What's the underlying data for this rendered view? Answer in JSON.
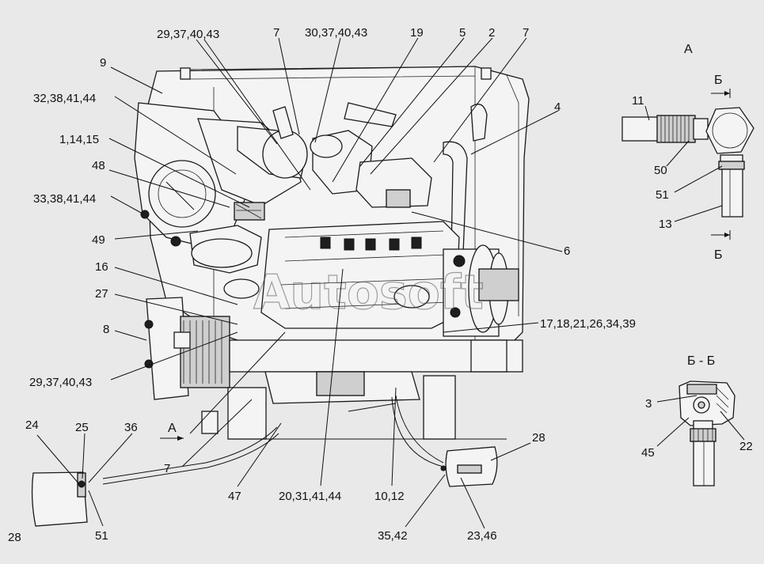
{
  "callouts": {
    "c_29_37_40_43_top": "29,37,40,43",
    "c_7_top": "7",
    "c_30_37_40_43": "30,37,40,43",
    "c_19": "19",
    "c_5": "5",
    "c_2": "2",
    "c_7_top_right": "7",
    "c_9": "9",
    "c_32_38_41_44": "32,38,41,44",
    "c_1_14_15": "1,14,15",
    "c_48": "48",
    "c_33_38_41_44": "33,38,41,44",
    "c_49": "49",
    "c_4": "4",
    "c_6": "6",
    "c_16": "16",
    "c_27": "27",
    "c_8": "8",
    "c_17_18_21_26_34_39": "17,18,21,26,34,39",
    "c_29_37_40_43_left": "29,37,40,43",
    "c_24": "24",
    "c_25": "25",
    "c_36": "36",
    "c_arrow_a": "А",
    "c_7_bottom": "7",
    "c_47": "47",
    "c_20_31_41_44": "20,31,41,44",
    "c_10_12": "10,12",
    "c_28_right": "28",
    "c_28_left": "28",
    "c_51_bottom": "51",
    "c_35_42": "35,42",
    "c_23_46": "23,46"
  },
  "detail_a": {
    "title": "А",
    "section_letter_top": "Б",
    "section_letter_bottom": "Б",
    "c_11": "11",
    "c_50": "50",
    "c_51": "51",
    "c_13": "13"
  },
  "detail_bb": {
    "title": "Б - Б",
    "c_3": "3",
    "c_45": "45",
    "c_22": "22"
  },
  "watermark": "Autosoft",
  "colors": {
    "background": "#e9e9e9",
    "line": "#111111",
    "part_fill": "#f4f4f4",
    "shade_fill": "#cfcfcf"
  }
}
